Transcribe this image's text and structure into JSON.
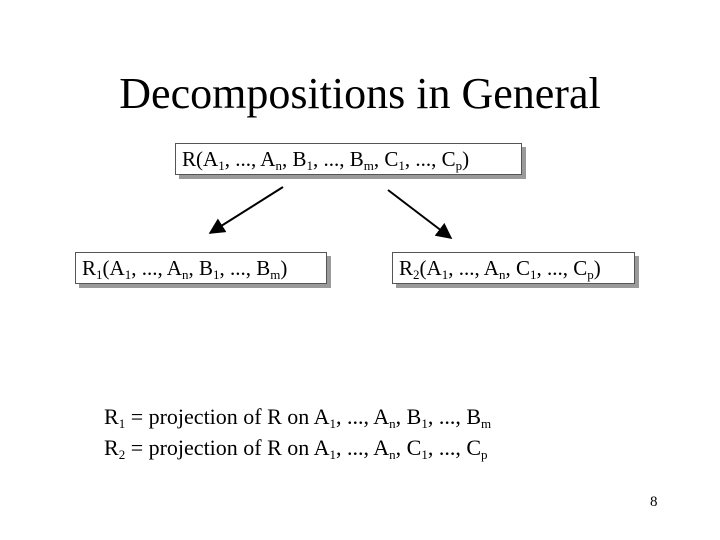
{
  "title": "Decompositions in General",
  "relation_r": {
    "name": "R",
    "attrs": [
      "A",
      "1",
      ", ..., A",
      "n",
      ", B",
      "1",
      ", ..., B",
      "m",
      ", C",
      "1",
      ", ..., C",
      "p",
      ")"
    ]
  },
  "relation_r1": {
    "name": "R",
    "sub": "1",
    "attrs": [
      "A",
      "1",
      ", ..., A",
      "n",
      ", B",
      "1",
      ", ..., B",
      "m",
      ")"
    ]
  },
  "relation_r2": {
    "name": "R",
    "sub": "2",
    "attrs": [
      "A",
      "1",
      ", ..., A",
      "n",
      ", C",
      "1",
      ", ..., C",
      "p",
      ")"
    ]
  },
  "notes": [
    {
      "name": "R",
      "sub": "1",
      "text": " = projection of R on A",
      "parts": [
        "1",
        ", ..., A",
        "n",
        ", B",
        "1",
        ", ..., B",
        "m"
      ]
    },
    {
      "name": "R",
      "sub": "2",
      "text": " = projection of R on A",
      "parts": [
        "1",
        ", ..., A",
        "n",
        ", C",
        "1",
        ", ..., C",
        "p"
      ]
    }
  ],
  "page_number": "8"
}
